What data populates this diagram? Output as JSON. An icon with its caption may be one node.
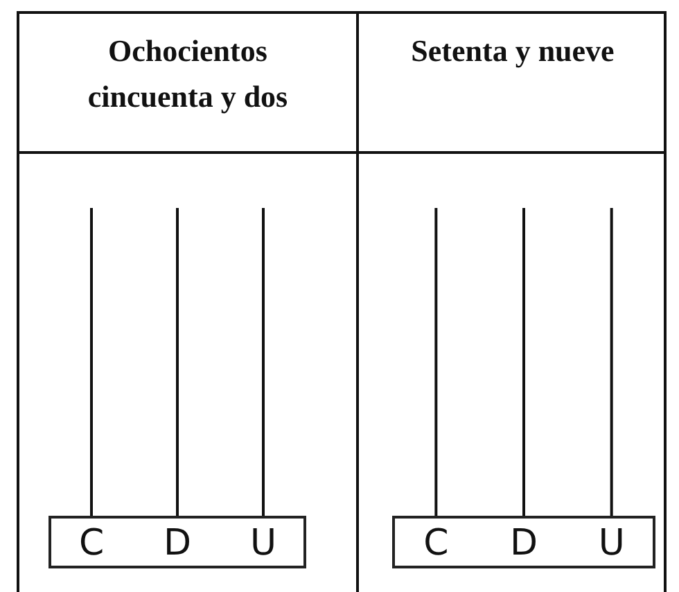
{
  "diagram": {
    "nodes": [
      {
        "text": [
          "C",
          "D",
          "U"
        ]
      },
      {
        "text": [
          "C",
          "D",
          "U"
        ]
      }
    ],
    "labels": [
      "Ochocientos cincuenta y dos",
      "Setenta y nueve"
    ]
  }
}
